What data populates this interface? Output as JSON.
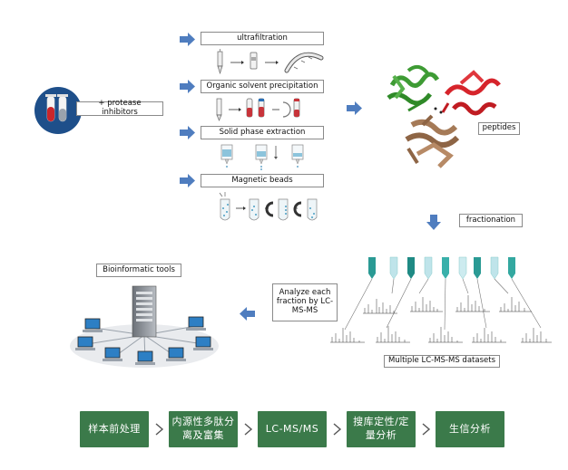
{
  "colors": {
    "arrow_blue": "#4f7dbf",
    "flow_green": "#3b7a4a",
    "tube_teal": "#2a9a94",
    "tube_light": "#bfe4ea",
    "sample_circle": "#1e4f8a"
  },
  "sample": {
    "label": "+ protease inhibitors",
    "icon": "sample-tubes-icon"
  },
  "methods": [
    {
      "label": "ultrafiltration"
    },
    {
      "label": "Organic solvent precipitation"
    },
    {
      "label": "Solid phase extraction"
    },
    {
      "label": "Magnetic beads"
    }
  ],
  "peptides": {
    "label": "peptides",
    "icon": "protein-structure-icon"
  },
  "fractionation": {
    "label": "fractionation"
  },
  "analyze": {
    "label": "Analyze each fraction by LC-MS-MS"
  },
  "datasets": {
    "label": "Multiple LC-MS-MS datasets",
    "icon": "mass-spectrum-icon"
  },
  "bioinformatics": {
    "label": "Bioinformatic tools",
    "icon": "computer-network-icon"
  },
  "workflow": [
    {
      "label": "样本前处理"
    },
    {
      "label": "内源性多肽分离及富集"
    },
    {
      "label": "LC-MS/MS"
    },
    {
      "label": "搜库定性/定量分析"
    },
    {
      "label": "生信分析"
    }
  ]
}
